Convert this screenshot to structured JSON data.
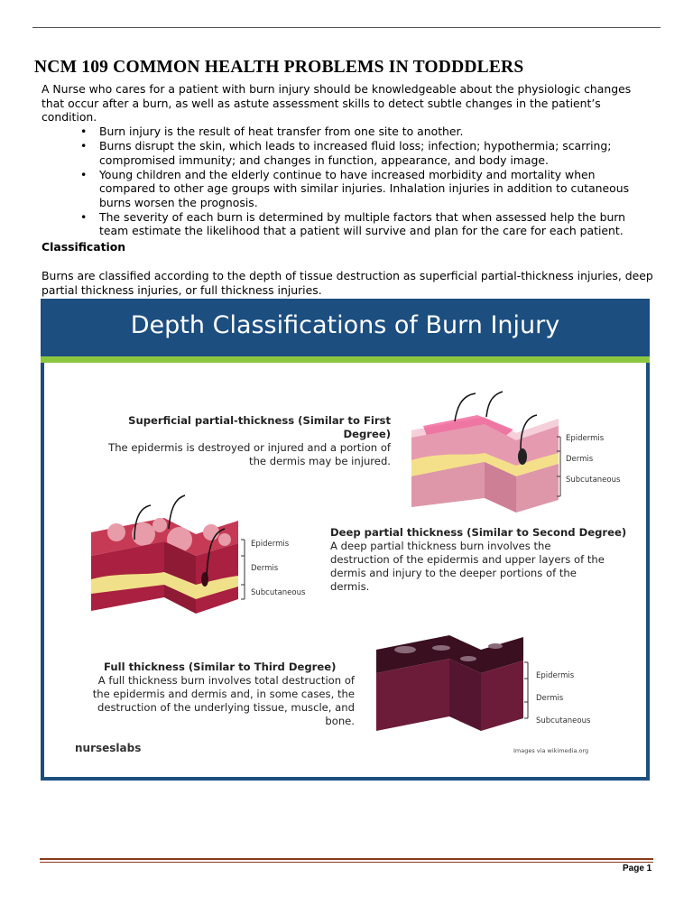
{
  "document": {
    "title": "NCM 109 COMMON HEALTH PROBLEMS IN TODDDLERS",
    "intro": "A Nurse who cares for a patient with burn injury should be knowledgeable about the physiologic changes that occur after a burn, as well as astute assessment skills to detect subtle changes in the patient’s condition.",
    "bullets": [
      "Burn injury is the result of heat transfer from one site to another.",
      "Burns disrupt the skin, which leads to increased fluid loss; infection; hypothermia; scarring; compromised immunity; and changes in function, appearance, and body image.",
      "Young children and the elderly continue to have increased morbidity and mortality when compared to other age groups with similar injuries. Inhalation injuries in addition to cutaneous burns worsen the prognosis.",
      "The severity of each burn is determined by multiple factors that when assessed help the burn team estimate the likelihood that a patient will survive and plan for the care for each patient."
    ],
    "bullet_glyph": "•",
    "section_heading": "Classification",
    "section_para": "Burns are classified according to the depth of tissue destruction as superficial partial-thickness injuries, deep partial thickness injuries, or full thickness injuries.",
    "page_label": "Page 1"
  },
  "figure": {
    "title": "Depth Classifications of Burn Injury",
    "superficial": {
      "heading": "Superficial partial-thickness (Similar to First Degree)",
      "line1": "The epidermis is destroyed or injured and a portion of",
      "line2": "the dermis may be injured."
    },
    "deep": {
      "heading": "Deep partial thickness (Similar to Second Degree)",
      "line1": "A deep partial thickness burn involves the",
      "line2": "destruction of the epidermis and upper layers of the",
      "line3": "dermis and injury to the deeper portions of the",
      "line4": "dermis."
    },
    "full": {
      "heading": "Full thickness (Similar to Third Degree)",
      "line1": "A full thickness burn involves total destruction of",
      "line2": "the epidermis and dermis and, in some cases, the",
      "line3": "destruction of the underlying tissue, muscle, and",
      "line4": "bone."
    },
    "layer_labels": [
      "Epidermis",
      "Dermis",
      "Subcutaneous"
    ],
    "logo_text": "nurseslabs",
    "credit": "Images via wikimedia.org",
    "colors": {
      "header_blue": "#1c4e80",
      "accent_green": "#8cc63f",
      "skin_pink": "#e9a3b6",
      "burn_red": "#b2263e",
      "char_dark": "#4a1426"
    }
  }
}
